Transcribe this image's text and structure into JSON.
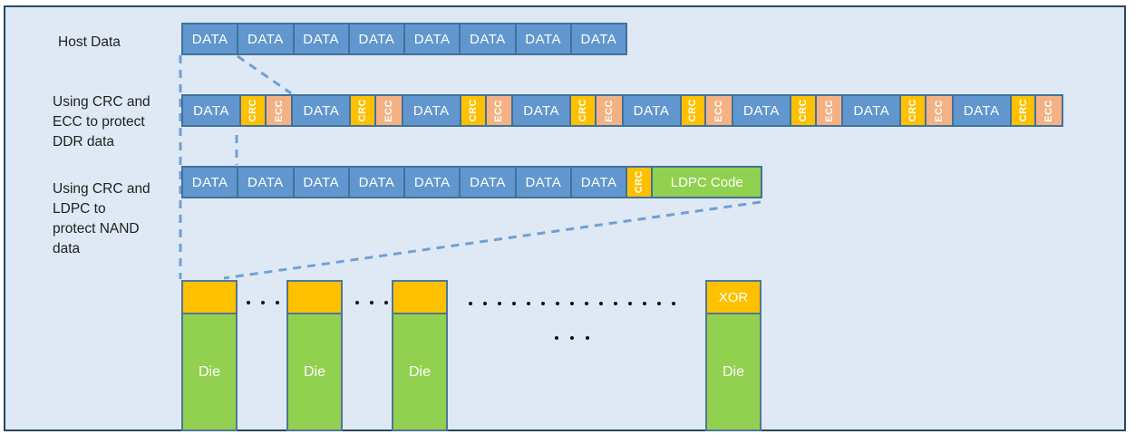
{
  "labels": {
    "host": "Host Data",
    "ddr": "Using CRC and\nECC to protect\nDDR data",
    "nand": "Using CRC and\nLDPC to\nprotect NAND\ndata"
  },
  "rows": {
    "host": [
      {
        "type": "data",
        "label": "DATA"
      },
      {
        "type": "data",
        "label": "DATA"
      },
      {
        "type": "data",
        "label": "DATA"
      },
      {
        "type": "data",
        "label": "DATA"
      },
      {
        "type": "data",
        "label": "DATA"
      },
      {
        "type": "data",
        "label": "DATA"
      },
      {
        "type": "data",
        "label": "DATA"
      },
      {
        "type": "data",
        "label": "DATA"
      }
    ],
    "ddr": [
      {
        "type": "data",
        "label": "DATA"
      },
      {
        "type": "crc",
        "label": "CRC"
      },
      {
        "type": "ecc",
        "label": "ECC"
      },
      {
        "type": "data",
        "label": "DATA"
      },
      {
        "type": "crc",
        "label": "CRC"
      },
      {
        "type": "ecc",
        "label": "ECC"
      },
      {
        "type": "data",
        "label": "DATA"
      },
      {
        "type": "crc",
        "label": "CRC"
      },
      {
        "type": "ecc",
        "label": "ECC"
      },
      {
        "type": "data",
        "label": "DATA"
      },
      {
        "type": "crc",
        "label": "CRC"
      },
      {
        "type": "ecc",
        "label": "ECC"
      },
      {
        "type": "data",
        "label": "DATA"
      },
      {
        "type": "crc",
        "label": "CRC"
      },
      {
        "type": "ecc",
        "label": "ECC"
      },
      {
        "type": "data",
        "label": "DATA"
      },
      {
        "type": "crc",
        "label": "CRC"
      },
      {
        "type": "ecc",
        "label": "ECC"
      },
      {
        "type": "data",
        "label": "DATA"
      },
      {
        "type": "crc",
        "label": "CRC"
      },
      {
        "type": "ecc",
        "label": "ECC"
      },
      {
        "type": "data",
        "label": "DATA"
      },
      {
        "type": "crc",
        "label": "CRC"
      },
      {
        "type": "ecc",
        "label": "ECC"
      }
    ],
    "nand": [
      {
        "type": "data",
        "label": "DATA"
      },
      {
        "type": "data",
        "label": "DATA"
      },
      {
        "type": "data",
        "label": "DATA"
      },
      {
        "type": "data",
        "label": "DATA"
      },
      {
        "type": "data",
        "label": "DATA"
      },
      {
        "type": "data",
        "label": "DATA"
      },
      {
        "type": "data",
        "label": "DATA"
      },
      {
        "type": "data",
        "label": "DATA"
      },
      {
        "type": "crc",
        "label": "CRC"
      },
      {
        "type": "ldpc",
        "label": "LDPC Code"
      }
    ]
  },
  "dies": {
    "die1": {
      "cap": "",
      "body": "Die"
    },
    "die2": {
      "cap": "",
      "body": "Die"
    },
    "die3": {
      "cap": "",
      "body": "Die"
    },
    "xor": {
      "cap": "XOR",
      "body": "Die"
    }
  },
  "ellipsis": {
    "gap1": 3,
    "gap2": 3,
    "long_row": 15,
    "small_row": 3
  },
  "colors": {
    "panel_bg": "#dee9f5",
    "panel_border": "#26495f",
    "block_blue": "#6197ce",
    "block_border": "#41719c",
    "crc_gold": "#ffc000",
    "ecc_salmon": "#f4b183",
    "ldpc_green": "#92d050",
    "die_border": "#4f7698",
    "dash_line": "#6fa0d4"
  }
}
